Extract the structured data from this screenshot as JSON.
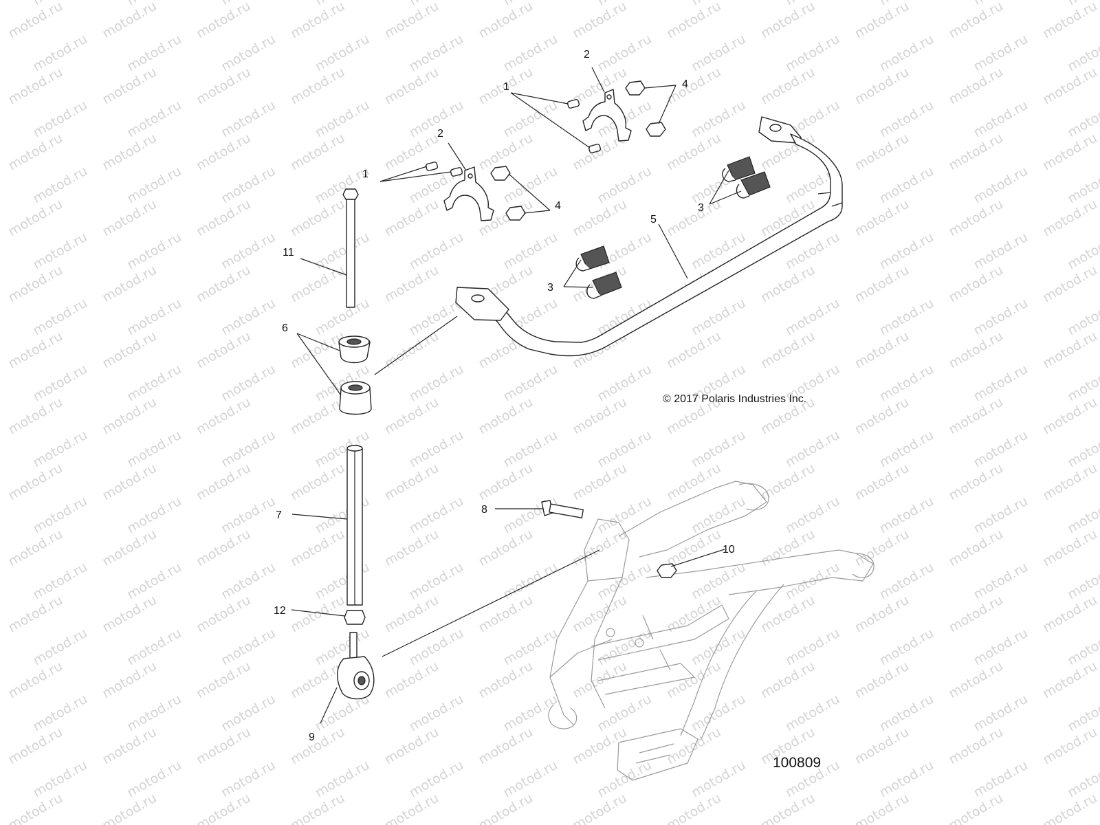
{
  "watermark": "motod.ru",
  "copyright": "© 2017 Polaris Industries Inc.",
  "diagram_number": "100809",
  "callouts": {
    "c1a": "1",
    "c1b": "1",
    "c2a": "2",
    "c2b": "2",
    "c3a": "3",
    "c3b": "3",
    "c4a": "4",
    "c4b": "4",
    "c5": "5",
    "c6": "6",
    "c7": "7",
    "c8": "8",
    "c9": "9",
    "c10": "10",
    "c11": "11",
    "c12": "12"
  }
}
